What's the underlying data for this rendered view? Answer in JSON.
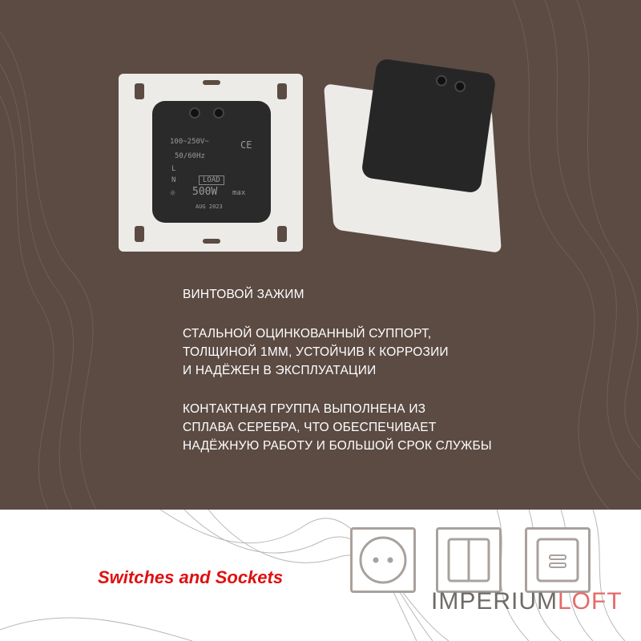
{
  "product": {
    "front_label": {
      "voltage": "100~250V~",
      "frequency": "50/60Hz",
      "line": "L",
      "neutral": "N",
      "load": "LOAD",
      "power": "500W",
      "max": "max",
      "date": "AUG 2023",
      "ce": "CE"
    }
  },
  "features": [
    [
      "ВИНТОВОЙ ЗАЖИМ"
    ],
    [
      "СТАЛЬНОЙ ОЦИНКОВАННЫЙ СУППОРТ,",
      "ТОЛЩИНОЙ 1ММ, УСТОЙЧИВ К КОРРОЗИИ",
      "И НАДЁЖЕН В ЭКСПЛУАТАЦИИ"
    ],
    [
      "КОНТАКТНАЯ ГРУППА ВЫПОЛНЕНА ИЗ",
      "СПЛАВА СЕРЕБРА, ЧТО ОБЕСПЕЧИВАЕТ",
      "НАДЁЖНУЮ РАБОТУ И БОЛЬШОЙ СРОК СЛУЖБЫ"
    ]
  ],
  "footer": {
    "tagline": "Switches and Sockets",
    "logo_part1": "IMPERIUM",
    "logo_part2": "LOFT",
    "icons": [
      "socket-icon",
      "double-switch-icon",
      "usb-icon"
    ]
  },
  "colors": {
    "background": "#5b4b43",
    "tagline": "#e01010",
    "logo_accent": "#e46a6a"
  }
}
